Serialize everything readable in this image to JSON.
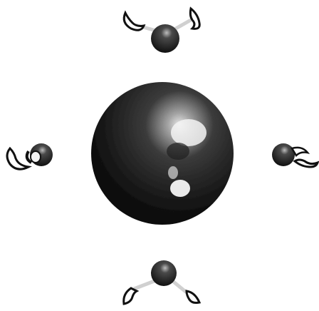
{
  "figure": {
    "background": "#ffffff",
    "molecule_count": 4,
    "molecule": "water (H2O)",
    "central_particle": "sphere"
  },
  "colors": {
    "sphere_dark": "#0e0e0e",
    "sphere_mid": "#3a3a3a",
    "oxygen": "#1a1a1a",
    "hydrogen_edge": "#111111",
    "highlight": "#f2f2f2",
    "bond": "#d8d8d8"
  },
  "molecules": [
    {
      "id": "top",
      "orientation": "hydrogens-up"
    },
    {
      "id": "left",
      "orientation": "hydrogens-left"
    },
    {
      "id": "right",
      "orientation": "hydrogens-right"
    },
    {
      "id": "bottom",
      "orientation": "hydrogens-down"
    }
  ]
}
